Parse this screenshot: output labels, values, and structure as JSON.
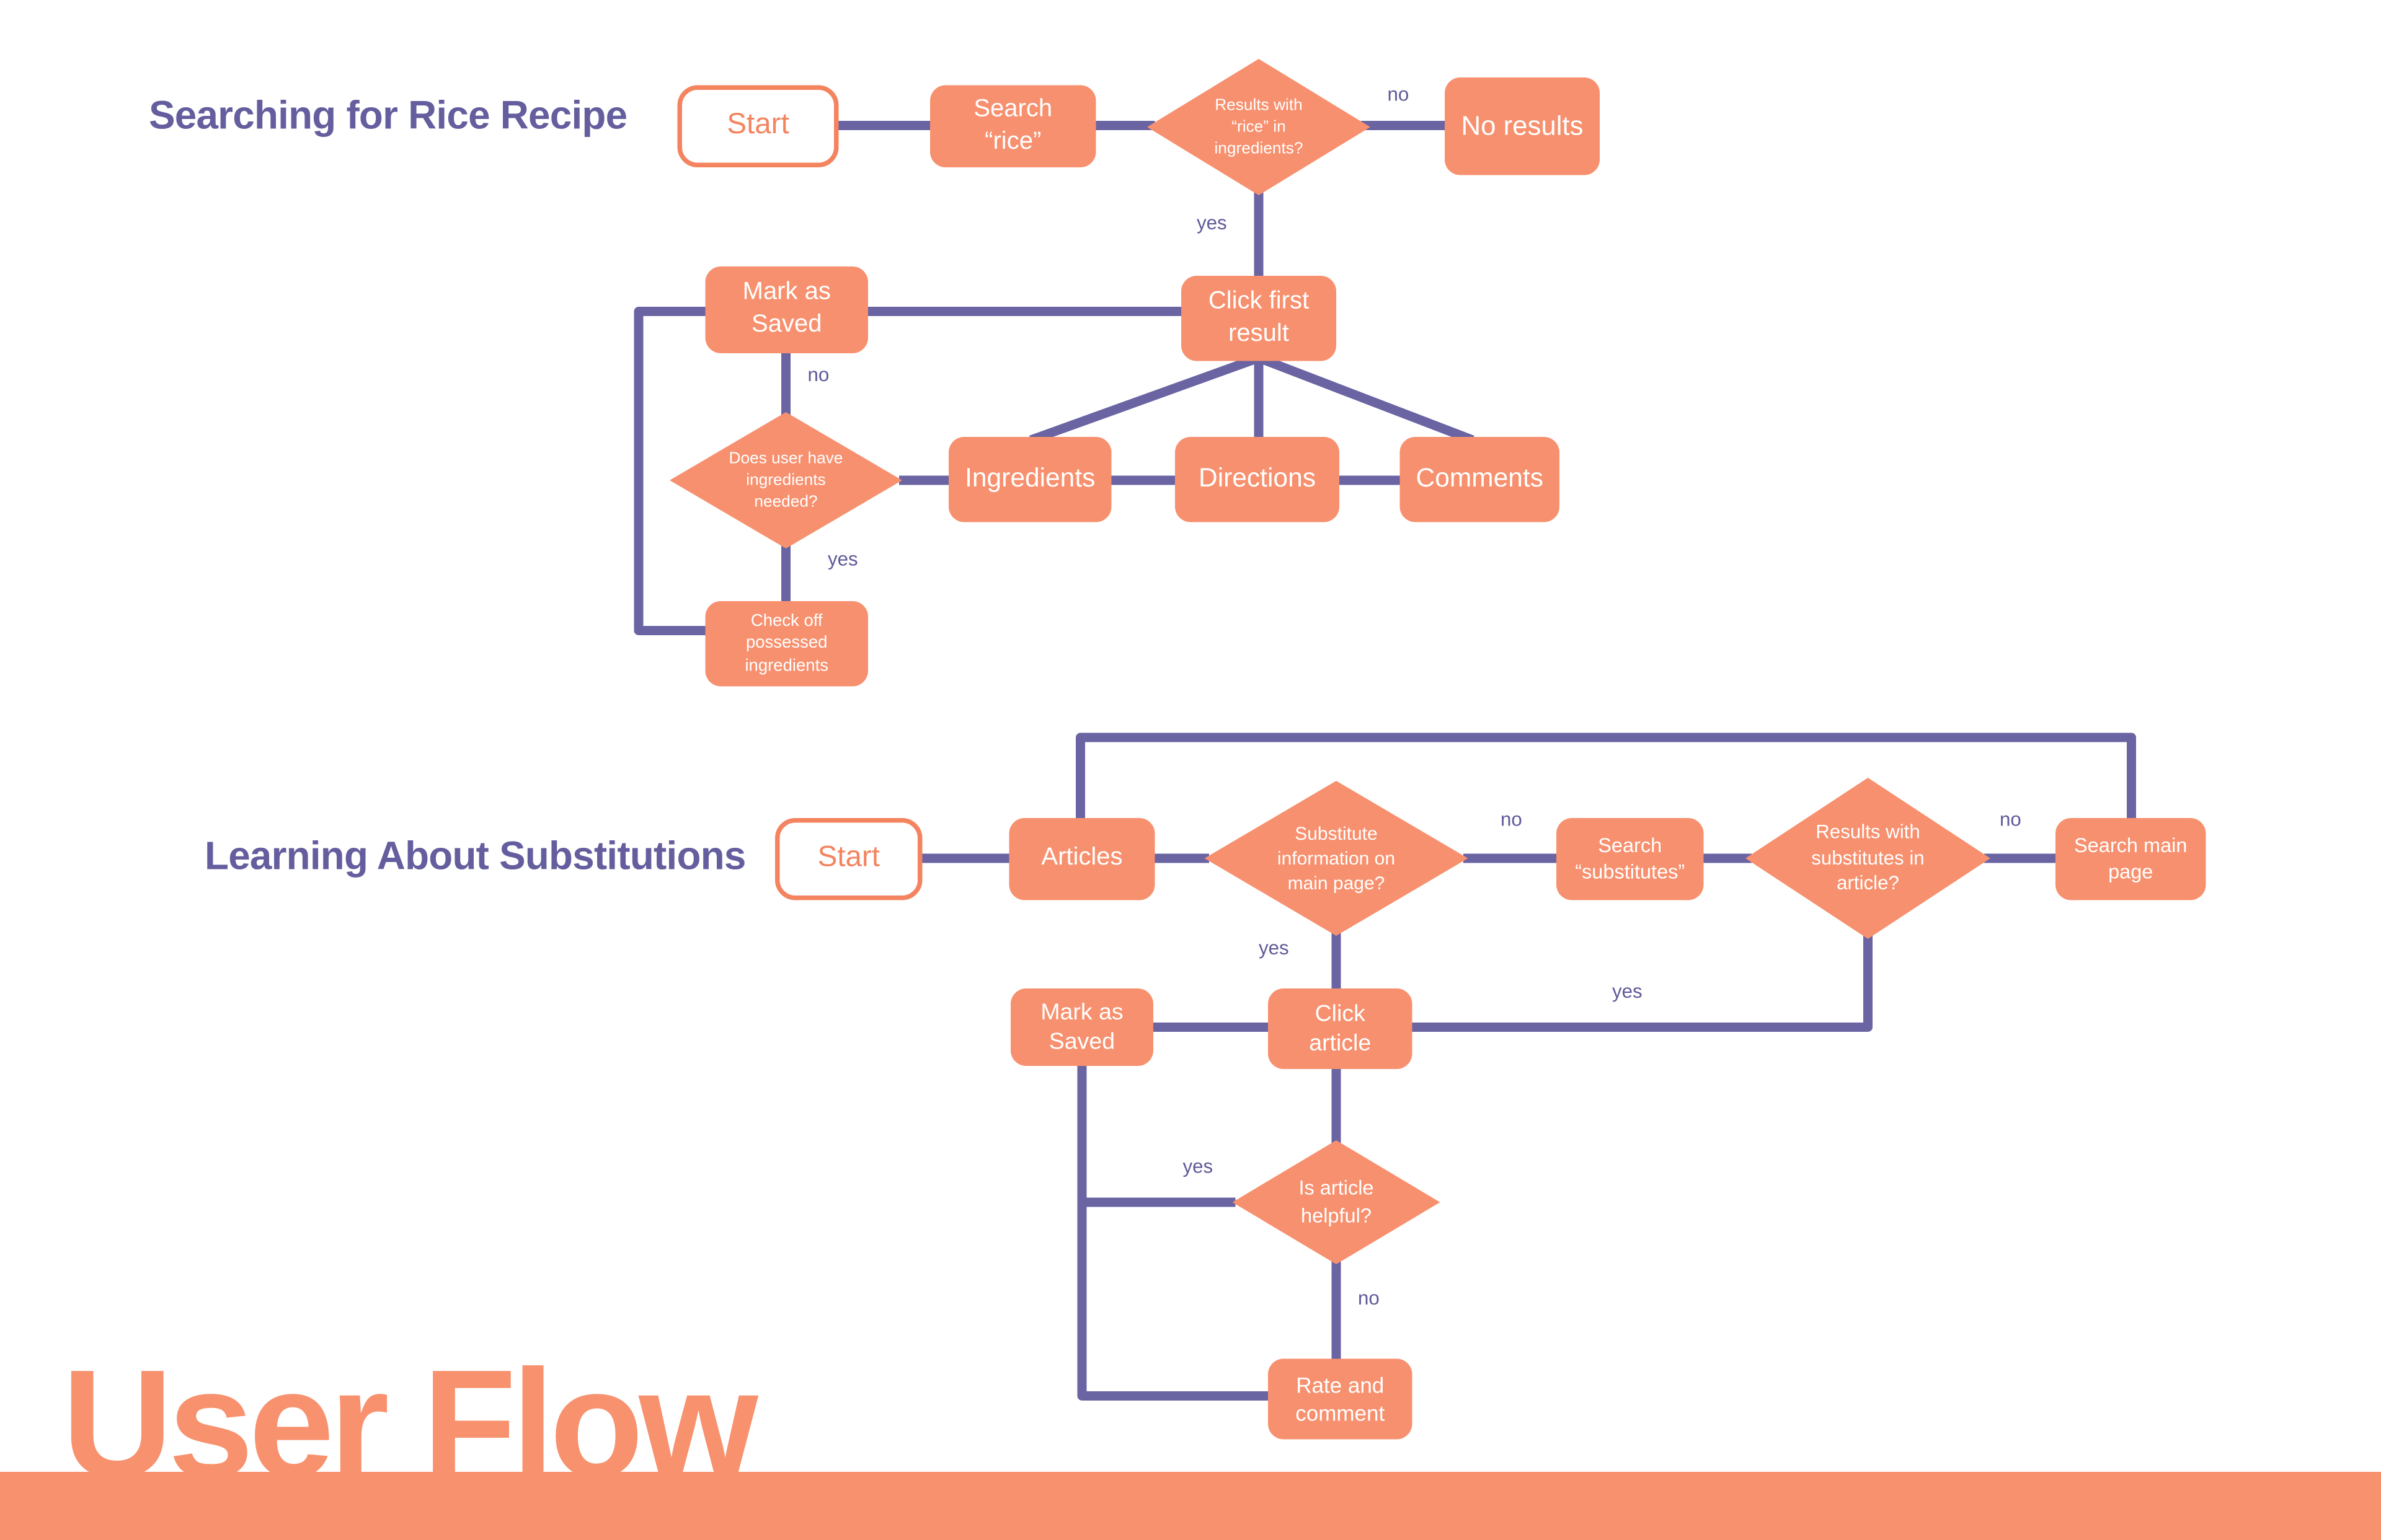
{
  "colors": {
    "node_salmon": "#F7906E",
    "footer_salmon": "#F8916E",
    "start_orange": "#F4845F",
    "connector_purple": "#6A64A3",
    "label_purple": "#5F5A99",
    "title_purple": "#645E9E",
    "node_text": "#FFFFFF",
    "background": "#FFFFFF"
  },
  "flow1": {
    "title": "Searching for Rice Recipe",
    "nodes": {
      "start": "Start",
      "search_rice": "Search\n“rice”",
      "results_rice_q": "Results with\n“rice” in\ningredients?",
      "no_results": "No results",
      "click_first": "Click first\nresult",
      "mark_saved": "Mark as\nSaved",
      "has_ingredients_q": "Does user have\ningredients\nneeded?",
      "ingredients": "Ingredients",
      "directions": "Directions",
      "comments": "Comments",
      "check_off": "Check off\npossessed\ningredients"
    },
    "labels": {
      "d1_no": "no",
      "d1_yes": "yes",
      "mark_no": "no",
      "d2_yes": "yes"
    }
  },
  "flow2": {
    "title": "Learning About Substitutions",
    "nodes": {
      "start": "Start",
      "articles": "Articles",
      "substitute_q": "Substitute\ninformation on\nmain page?",
      "search_substitutes": "Search\n“substitutes”",
      "results_substitutes_q": "Results with\nsubstitutes in\narticle?",
      "search_main": "Search main\npage",
      "mark_saved": "Mark as\nSaved",
      "click_article": "Click\narticle",
      "is_helpful_q": "Is article\nhelpful?",
      "rate_comment": "Rate and\ncomment"
    },
    "labels": {
      "d3_no": "no",
      "d3_yes": "yes",
      "d4_no": "no",
      "d4_yes": "yes",
      "d5_yes": "yes",
      "d5_no": "no"
    }
  },
  "footer": {
    "title": "User Flow"
  }
}
